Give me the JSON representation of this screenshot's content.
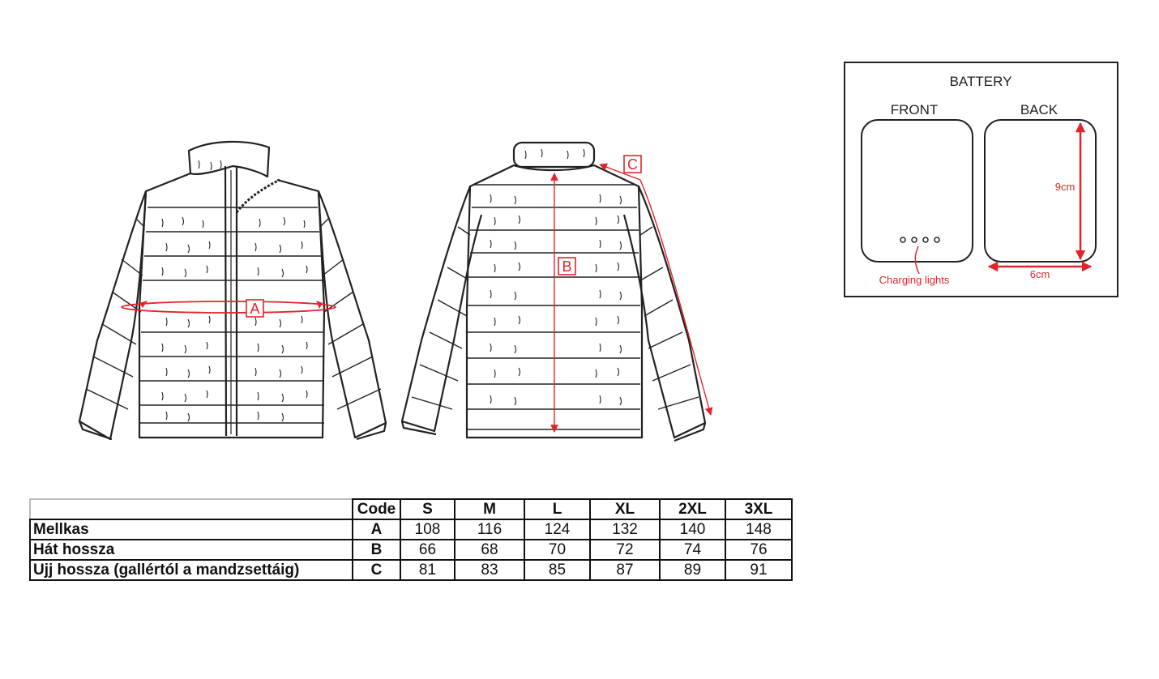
{
  "callouts": {
    "a": "A",
    "b": "B",
    "c": "C"
  },
  "battery": {
    "title": "BATTERY",
    "front_label": "FRONT",
    "back_label": "BACK",
    "charging_lights_label": "Charging lights",
    "height_label": "9cm",
    "width_label": "6cm"
  },
  "size_table": {
    "code_header": "Code",
    "sizes": [
      "S",
      "M",
      "L",
      "XL",
      "2XL",
      "3XL"
    ],
    "rows": [
      {
        "label": "Mellkas",
        "code": "A",
        "values": [
          "108",
          "116",
          "124",
          "132",
          "140",
          "148"
        ]
      },
      {
        "label": "Hát hossza",
        "code": "B",
        "values": [
          "66",
          "68",
          "70",
          "72",
          "74",
          "76"
        ]
      },
      {
        "label": "Ujj hossza (gallértól a mandzsettáig)",
        "code": "C",
        "values": [
          "81",
          "83",
          "85",
          "87",
          "89",
          "91"
        ]
      }
    ]
  },
  "colors": {
    "accent": "#e3242b",
    "line": "#222222"
  }
}
